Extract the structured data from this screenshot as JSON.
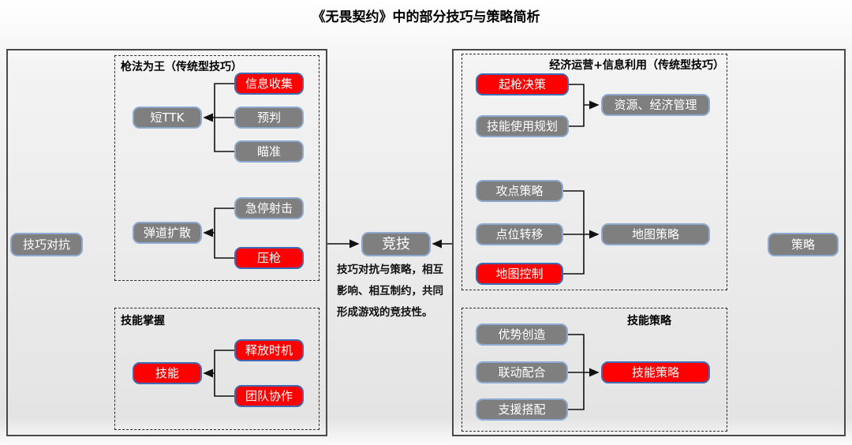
{
  "title": "《无畏契约》中的部分技巧与策略简析",
  "center": {
    "competitive": "竞技",
    "note": "技巧对抗与策略，相互影响、相互制约，共同形成游戏的竞技性。"
  },
  "left_panel": {
    "side_label": "技巧对抗",
    "gun_group": {
      "title": "枪法为王（传统型技巧）",
      "info_gathering": "信息收集",
      "short_ttk": "短TTK",
      "prediction": "预判",
      "aiming": "瞄准",
      "stop_shooting": "急停射击",
      "bullet_spread": "弹道扩散",
      "recoil_control": "压枪"
    },
    "skill_group": {
      "title": "技能掌握",
      "release_timing": "释放时机",
      "skill": "技能",
      "teamwork": "团队协作"
    }
  },
  "right_panel": {
    "side_label": "策略",
    "economy_group": {
      "title": "经济运营+信息利用（传统型技巧）",
      "gun_decision": "起枪决策",
      "skill_usage_planning": "技能使用规划",
      "resource_economy": "资源、经济管理",
      "attack_point": "攻点策略",
      "position_transfer": "点位转移",
      "map_control": "地图控制",
      "map_strategy": "地图策略"
    },
    "skill_strategy_group": {
      "title": "技能策略",
      "advantage_creation": "优势创造",
      "coordination": "联动配合",
      "support_matching": "支援搭配",
      "skill_strategy": "技能策略"
    }
  },
  "colors": {
    "node_gray": "#7f7f7f",
    "node_red": "#ff0000",
    "border_light_blue": "#8ea9d0",
    "border_blue": "#3f6ab5",
    "line": "#111111"
  }
}
